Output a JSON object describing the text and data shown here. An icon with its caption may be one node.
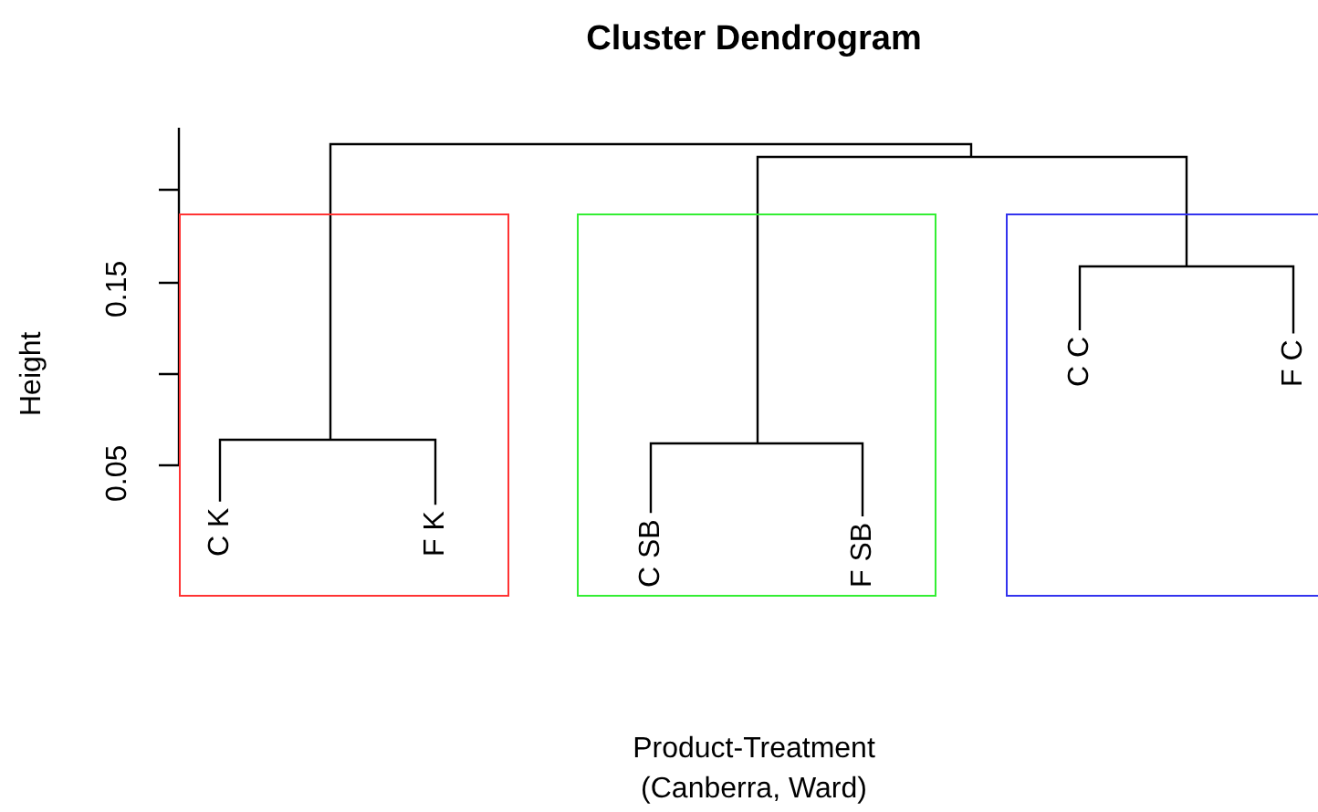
{
  "diagram": {
    "title": "Cluster Dendrogram",
    "nodes": [
      {
        "text": [],
        "shape": "box"
      },
      {
        "text": [
          "C K"
        ],
        "in": 0
      },
      {
        "text": [
          "F K"
        ],
        "in": 0
      },
      {
        "text": [],
        "shape": "box"
      },
      {
        "text": [
          "C SB"
        ],
        "in": 3
      },
      {
        "text": [
          "F SB"
        ],
        "in": 3
      },
      {
        "text": [],
        "shape": "box"
      },
      {
        "text": [
          "C C"
        ],
        "in": 6
      },
      {
        "text": [
          "F C"
        ],
        "in": 6
      }
    ],
    "edges": [
      {
        "from": 1,
        "to": 2,
        "arrow": "none"
      },
      {
        "from": 4,
        "to": 5,
        "arrow": "none"
      },
      {
        "from": 7,
        "to": 8,
        "arrow": "none"
      }
    ],
    "labels": [
      "Height",
      "0.15",
      "0.05",
      "Product-Treatment (Canberra, Ward)"
    ]
  }
}
